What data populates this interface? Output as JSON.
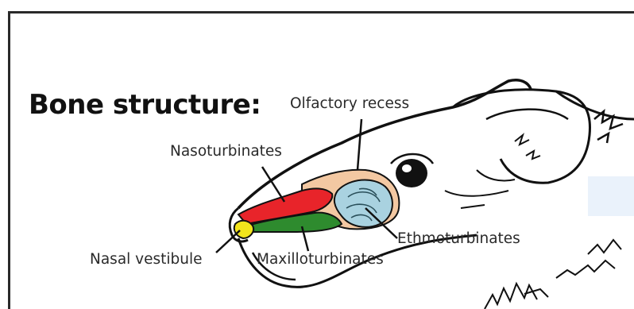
{
  "title": "Bone structure:",
  "labels": {
    "olfactory_recess": "Olfactory recess",
    "nasoturbinates": "Nasoturbinates",
    "ethmoturbinates": "Ethmoturbinates",
    "nasal_vestibule": "Nasal vestibule",
    "maxilloturbinates": "Maxilloturbinates"
  },
  "colors": {
    "nasoturbinates": "#e8242a",
    "maxilloturbinates": "#2e8b2e",
    "nasal_vestibule": "#f2e41c",
    "olfactory_recess": "#f3c8a2",
    "ethmoturbinates": "#a9d2e0"
  }
}
